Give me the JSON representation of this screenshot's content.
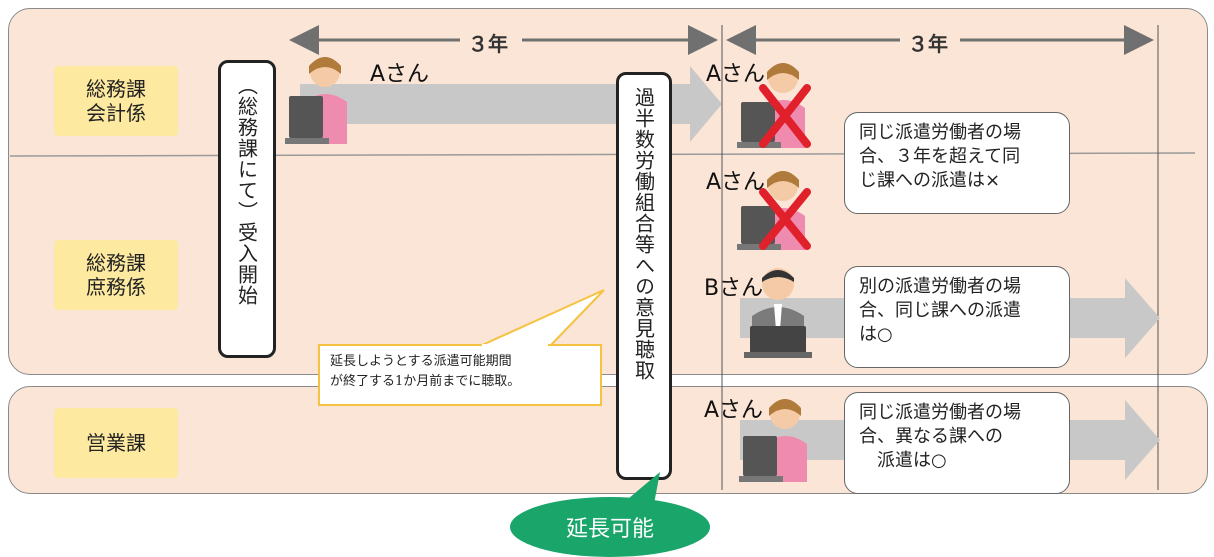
{
  "departments": {
    "general_accounting": "総務課\n会計係",
    "general_affairs": "総務課\n庶務係",
    "sales": "営業課"
  },
  "period_left": "３年",
  "period_right": "３年",
  "start_box": "（総務課にて）受入開始",
  "hearing_box": "過半数労働組合等への意見聴取",
  "persons": {
    "a_start": "Aさん",
    "a_top": "Aさん",
    "a_mid": "Aさん",
    "b": "Bさん",
    "a_sales": "Aさん"
  },
  "notes": {
    "same_worker": "同じ派遣労働者の場\n合、３年を超えて同\nじ課への派遣は×",
    "other_worker": "別の派遣労働者の場\n合、同じ課への派遣\nは○",
    "other_dept": "同じ派遣労働者の場\n合、異なる課への\n　派遣は○"
  },
  "callout": "延長しようとする派遣可能期間\nが終了する1か月前までに聴取。",
  "extension_label": "延長可能",
  "colors": {
    "panel": "#fbe5d6",
    "dept": "#fde9a0",
    "arrow": "#c8c8c8",
    "cross": "#e0202a",
    "oval": "#1aa56a",
    "callout_border": "#f5c242"
  }
}
